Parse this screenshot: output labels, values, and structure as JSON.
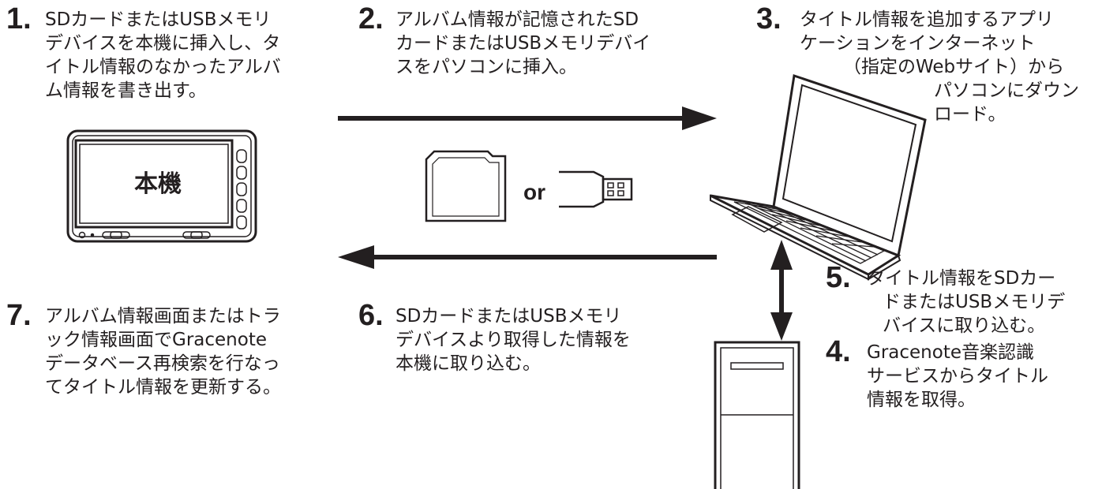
{
  "steps": [
    {
      "number": "1.",
      "lines": [
        "SDカードまたはUSBメモリ",
        "デバイスを本機に挿入し、タ",
        "イトル情報のなかったアルバ",
        "ム情報を書き出す。"
      ]
    },
    {
      "number": "2.",
      "lines": [
        "アルバム情報が記憶されたSD",
        "カードまたはUSBメモリデバイ",
        "スをパソコンに挿入。"
      ]
    },
    {
      "number": "3.",
      "lines": [
        "タイトル情報を追加するアプリ",
        "ケーションをインターネット",
        "（指定のWebサイト）から",
        "パソコンにダウン",
        "ロード。"
      ]
    },
    {
      "number": "4.",
      "lines": [
        "Gracenote音楽認識",
        "サービスからタイトル",
        "情報を取得。"
      ]
    },
    {
      "number": "5.",
      "lines": [
        "タイトル情報をSDカー",
        "ドまたはUSBメモリデ",
        "バイスに取り込む。"
      ]
    },
    {
      "number": "6.",
      "lines": [
        "SDカードまたはUSBメモリ",
        "デバイスより取得した情報を",
        "本機に取り込む。"
      ]
    },
    {
      "number": "7.",
      "lines": [
        "アルバム情報画面またはトラ",
        "ック情報画面でGracenote",
        "データベース再検索を行なっ",
        "てタイトル情報を更新する。"
      ]
    }
  ],
  "device": {
    "unit_label": "本機",
    "or_label": "or"
  }
}
